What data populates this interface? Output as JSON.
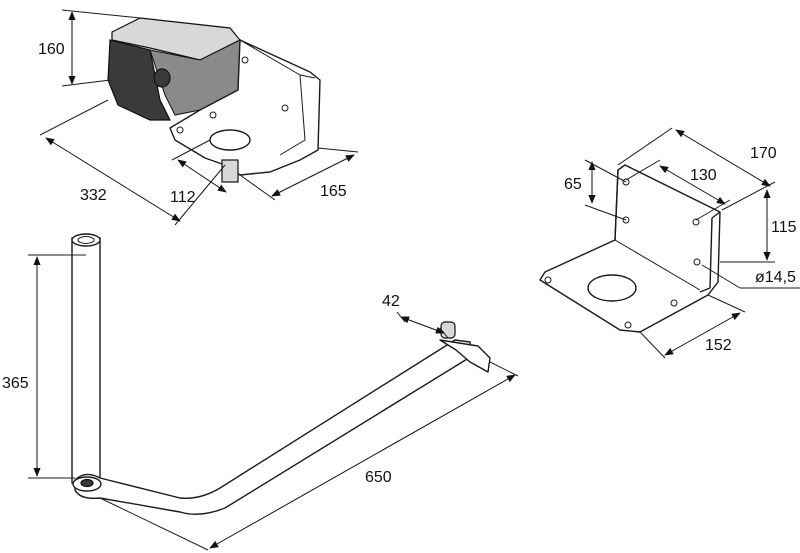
{
  "motor": {
    "height": "160",
    "length": "332",
    "shaft_offset": "112",
    "width": "165"
  },
  "bracket": {
    "width": "170",
    "hole_spacing_h": "130",
    "hole_spacing_v": "65",
    "height": "115",
    "hole_diameter": "ø14,5",
    "depth": "152"
  },
  "arm": {
    "end_offset": "42",
    "pole_height": "365",
    "length": "650"
  }
}
